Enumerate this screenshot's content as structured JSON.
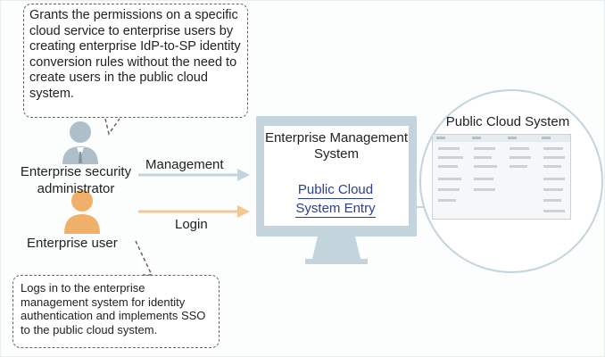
{
  "callouts": {
    "admin_note": "Grants the permissions on a specific cloud service to enterprise users by creating enterprise IdP-to-SP identity conversion rules without the need to create users in the public cloud system.",
    "user_note": "Logs in to the enterprise management system for identity authentication and implements SSO to the public cloud system."
  },
  "roles": {
    "admin": "Enterprise security administrator",
    "user": "Enterprise user"
  },
  "flows": {
    "management": "Management",
    "login": "Login"
  },
  "monitor": {
    "title": "Enterprise Management System",
    "portal_line1": "Public Cloud",
    "portal_line2": "System Entry"
  },
  "cloud": {
    "title": "Public Cloud System"
  },
  "colors": {
    "admin_icon": "#aebfca",
    "user_icon": "#f0b06a",
    "monitor": "#c3d4dd",
    "link": "#2c3e8f",
    "arrow_admin": "#c3d4dd",
    "arrow_user": "#f3c794"
  },
  "icons": [
    "admin-person-icon",
    "user-person-icon",
    "arrow-right-icon",
    "monitor-icon"
  ]
}
